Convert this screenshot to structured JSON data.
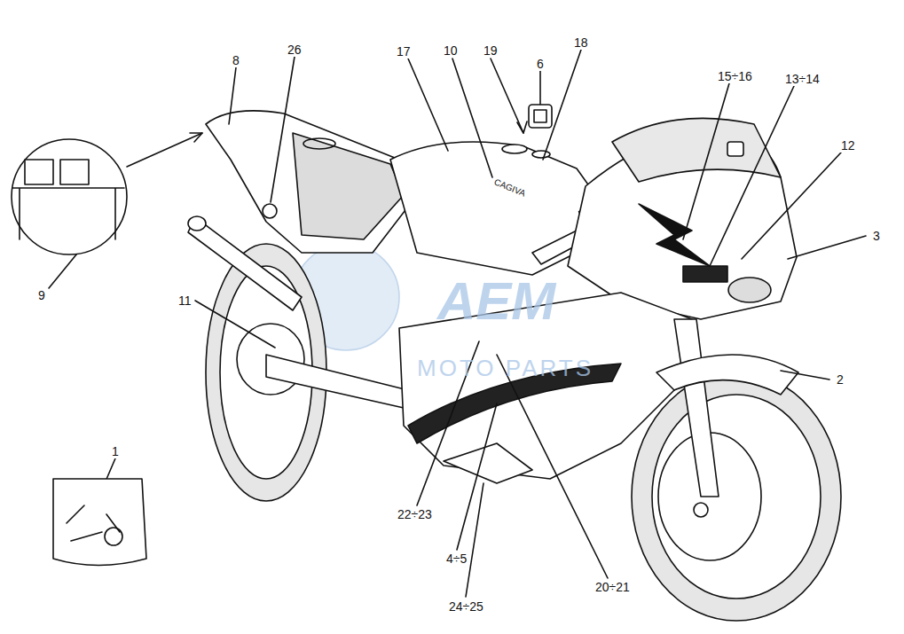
{
  "diagram": {
    "labels": [
      "8",
      "26",
      "17",
      "10",
      "19",
      "6",
      "18",
      "15÷16",
      "13÷14",
      "12",
      "3",
      "2",
      "9",
      "11",
      "1",
      "22÷23",
      "4÷5",
      "24÷25",
      "20÷21",
      "CAGIVA",
      "AEM",
      "MOTO PARTS"
    ]
  }
}
